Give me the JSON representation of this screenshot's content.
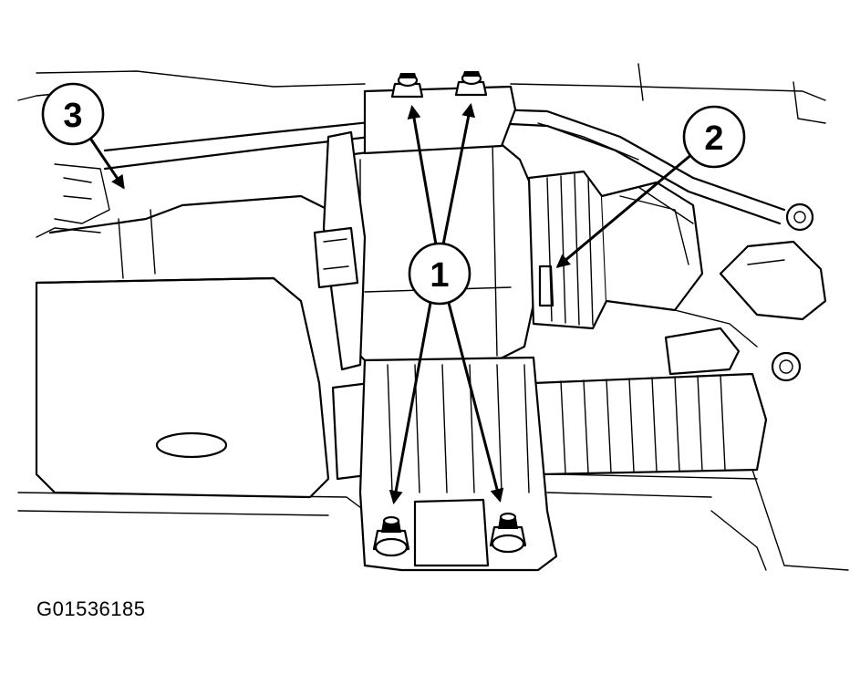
{
  "figure": {
    "id_label": "G01536185"
  },
  "callouts": [
    {
      "label": "1"
    },
    {
      "label": "2"
    },
    {
      "label": "3"
    }
  ]
}
